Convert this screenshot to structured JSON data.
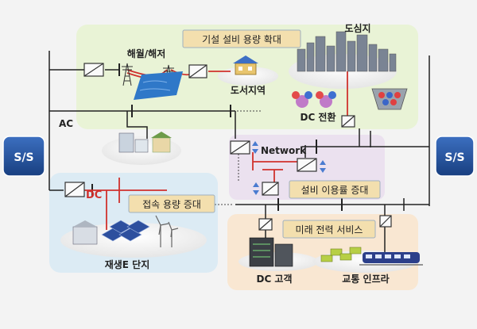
{
  "substations": {
    "left": "S/S",
    "right": "S/S"
  },
  "labels": {
    "seabed": "해월/해저",
    "island": "도서지역",
    "city": "도심지",
    "ac": "AC",
    "dc_left": "DC",
    "dc_conversion": "DC 전환",
    "network": "Network",
    "renewable": "재생E 단지",
    "dc_customer": "DC 고객",
    "transport": "교통 인프라"
  },
  "callouts": {
    "expand_capacity": "기설 설비 용량 확대",
    "connect_capacity": "접속 용량 증대",
    "utilization": "설비 이용률 증대",
    "future_service": "미래 전력 서비스"
  },
  "colors": {
    "green_region": "#e9f3d6",
    "blue_region": "#dcebf4",
    "purple_region": "#ebe1ef",
    "peach_region": "#f9e7d2",
    "callout_box": "#f3dfae",
    "substation": "#1f4e96",
    "dc_line": "#d0312d",
    "ac_line": "#222222"
  }
}
